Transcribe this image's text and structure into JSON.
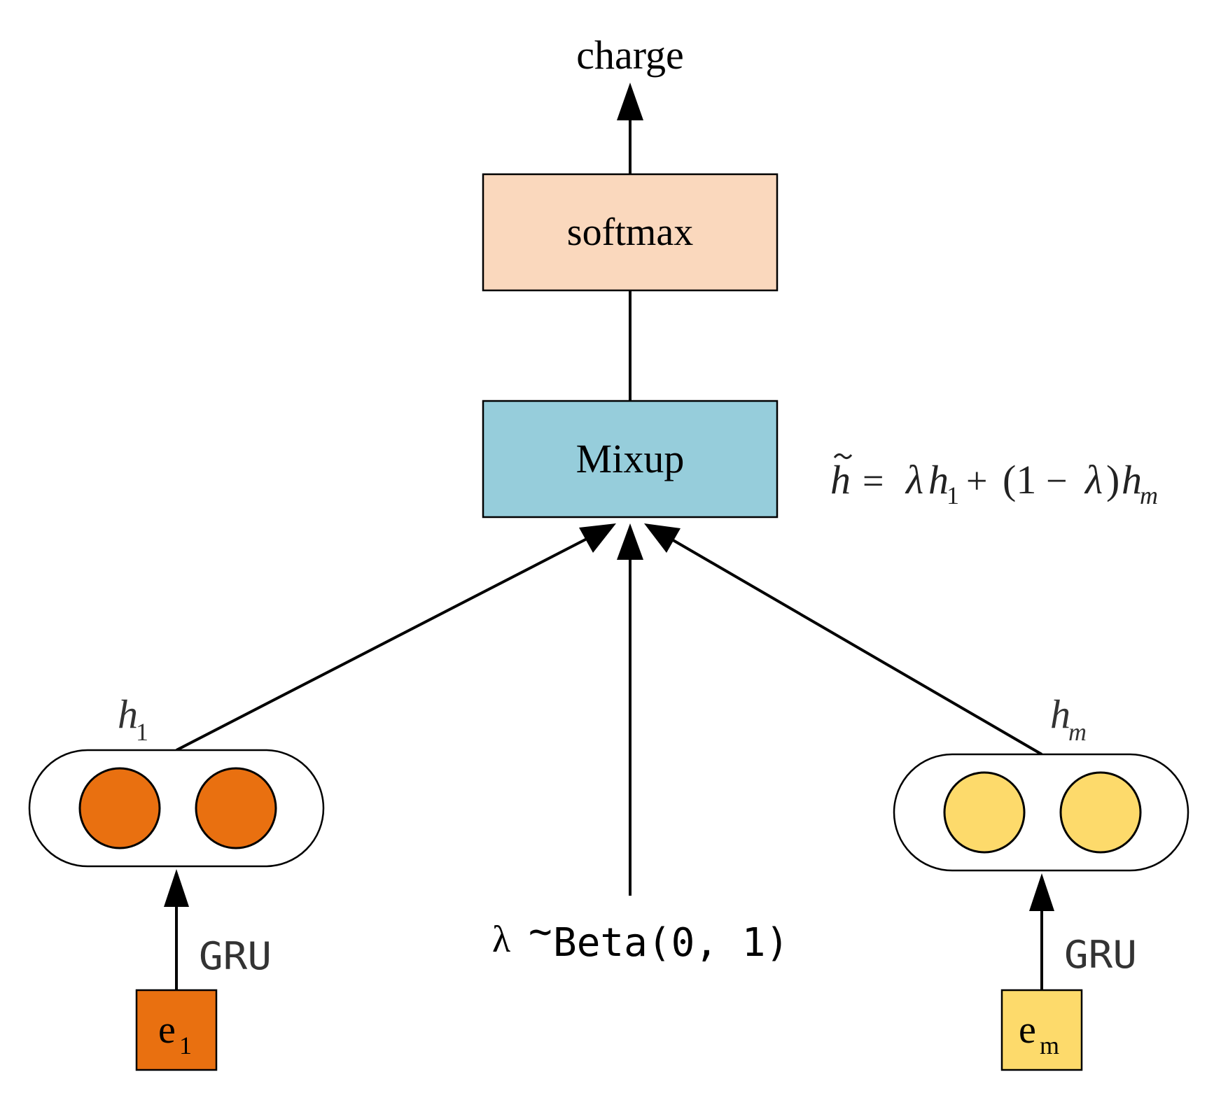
{
  "output_label": "charge",
  "softmax": {
    "label": "softmax",
    "fill": "#FAD8BD"
  },
  "mixup": {
    "label": "Mixup",
    "fill": "#96CDDB"
  },
  "formula": {
    "lhs": "h",
    "equals": "=",
    "lambda1": "λ",
    "h1_base": "h",
    "h1_sub": "1",
    "plus": "+",
    "paren_open": "(1",
    "minus": "−",
    "lambda2": "λ",
    "paren_close": ")",
    "hm_base": "h",
    "hm_sub": "m"
  },
  "lambda_dist": {
    "symbol": "λ",
    "tilde": "~",
    "text": "Beta(0, 1)"
  },
  "left_branch": {
    "hidden_label_base": "h",
    "hidden_label_sub": "1",
    "gru_label": "GRU",
    "embed_base": "e",
    "embed_sub": "1",
    "color": "#E97010"
  },
  "right_branch": {
    "hidden_label_base": "h",
    "hidden_label_sub": "m",
    "gru_label": "GRU",
    "embed_base": "e",
    "embed_sub": "m",
    "color": "#FDDA6B"
  }
}
